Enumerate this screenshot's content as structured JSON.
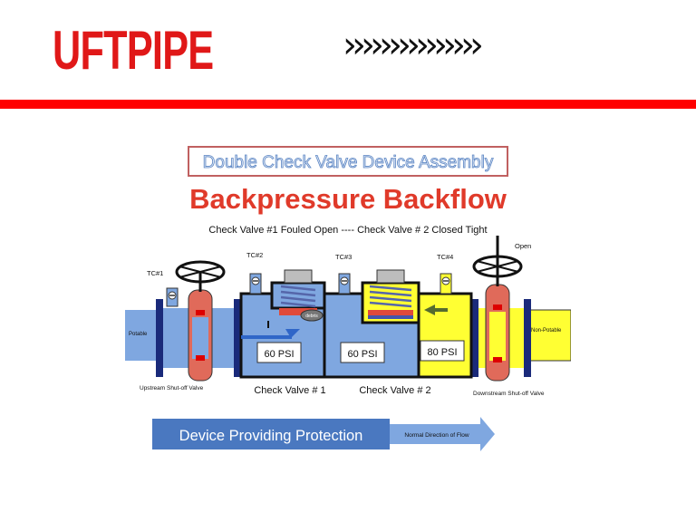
{
  "brand": {
    "logo_text": "UFTPIPE",
    "chevrons": "›››››››››››››››"
  },
  "colors": {
    "brand_red": "#ff0000",
    "water_blue": "#7fa7e0",
    "backflow_yellow": "#ffff33",
    "banner_blue": "#4a78c0"
  },
  "diagram": {
    "heading": "Double Check Valve Device Assembly",
    "title": "Backpressure Backflow",
    "subtitle": "Check Valve #1 Fouled Open ---- Check Valve # 2 Closed Tight",
    "test_cocks": [
      "TC#1",
      "TC#2",
      "TC#3",
      "TC#4"
    ],
    "open_label": "Open",
    "debris_label": "debris",
    "potable": "Potable",
    "non_potable": "Non-Potable",
    "pressures": [
      "60 PSI",
      "60 PSI",
      "80 PSI"
    ],
    "upstream_valve": "Upstream Shut-off Valve",
    "downstream_valve": "Downstream Shut-off Valve",
    "check_valve_1": "Check Valve # 1",
    "check_valve_2": "Check Valve # 2",
    "banner": "Device Providing Protection",
    "flow_direction": "Normal Direction of Flow"
  }
}
